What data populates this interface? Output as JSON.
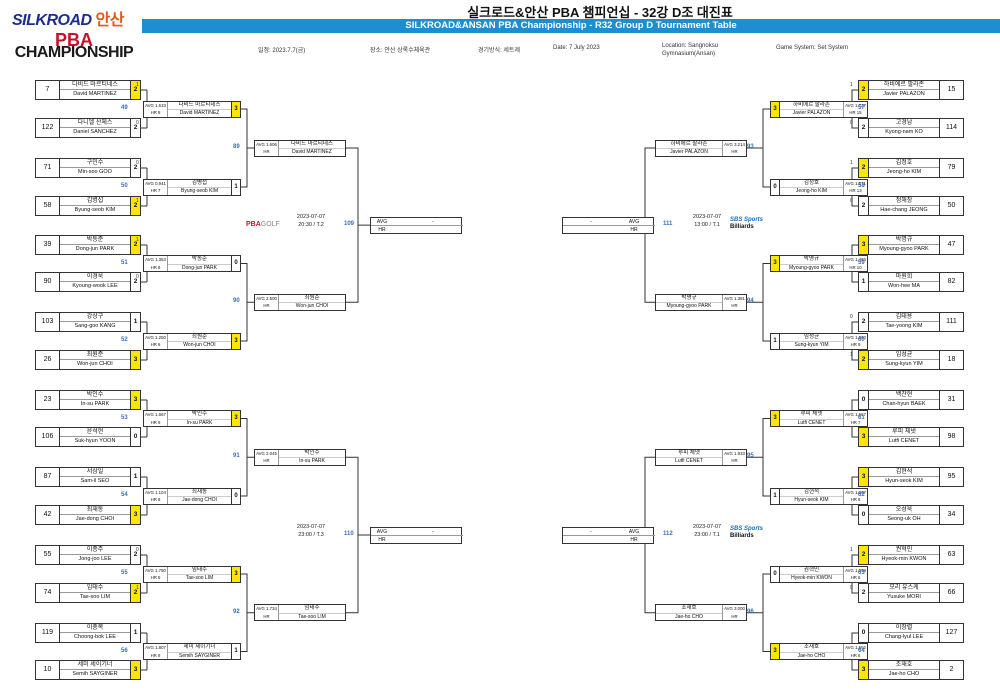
{
  "header": {
    "logo_silkroad": "SILKROAD",
    "logo_ansan": "안산",
    "logo_pba": "PBA",
    "logo_championship": "CHAMPIONSHIP",
    "title": "실크로드&안산 PBA 챔피언십 - 32강 D조 대진표",
    "subtitle": "SILKROAD&ANSAN PBA Championship - R32 Group D Tournament Table",
    "date_kr": "일정: 2023.7.7(금)",
    "venue_kr": "장소: 안산 상록수체육관",
    "system_kr": "경기방식: 세트제",
    "date_en": "Date: 7 July 2023",
    "location_en_1": "Location: Sangnoksu",
    "location_en_2": "Gymnasium(Ansan)",
    "system_en": "Game System: Set System"
  },
  "logos": {
    "pba_text": "PBA",
    "pba_sub": "GOLF",
    "sbs_top": "SBS Sports",
    "sbs_bottom": "Billiards"
  },
  "labels": {
    "avg": "AVG",
    "hr": "HR",
    "dash": "-"
  },
  "r64_left": [
    {
      "seed": "7",
      "kr": "다비드 마르티네스",
      "en": "David MARTINEZ",
      "score": "2",
      "win": true,
      "side": "1"
    },
    {
      "seed": "122",
      "kr": "다니엘 산체스",
      "en": "Daniel SANCHEZ",
      "score": "2",
      "win": false,
      "side": "0"
    },
    {
      "seed": "71",
      "kr": "구민수",
      "en": "Min-soo GOO",
      "score": "2",
      "win": false,
      "side": "0"
    },
    {
      "seed": "58",
      "kr": "김병섭",
      "en": "Byung-seob KIM",
      "score": "2",
      "win": true,
      "side": "1"
    },
    {
      "seed": "39",
      "kr": "박동준",
      "en": "Dong-jun PARK",
      "score": "2",
      "win": true,
      "side": "1"
    },
    {
      "seed": "90",
      "kr": "이경욱",
      "en": "Kyoung-wook LEE",
      "score": "2",
      "win": false,
      "side": "0"
    },
    {
      "seed": "103",
      "kr": "강상구",
      "en": "Sang-goo KANG",
      "score": "1",
      "win": false,
      "side": ""
    },
    {
      "seed": "26",
      "kr": "최원준",
      "en": "Won-jun CHOI",
      "score": "3",
      "win": true,
      "side": ""
    },
    {
      "seed": "23",
      "kr": "박인수",
      "en": "In-su PARK",
      "score": "3",
      "win": true,
      "side": ""
    },
    {
      "seed": "106",
      "kr": "윤석현",
      "en": "Suk-hyun YOON",
      "score": "0",
      "win": false,
      "side": ""
    },
    {
      "seed": "87",
      "kr": "서삼일",
      "en": "Sam-il SEO",
      "score": "1",
      "win": false,
      "side": ""
    },
    {
      "seed": "42",
      "kr": "최재동",
      "en": "Jae-dong CHOI",
      "score": "3",
      "win": true,
      "side": ""
    },
    {
      "seed": "55",
      "kr": "이종주",
      "en": "Jong-joo LEE",
      "score": "2",
      "win": false,
      "side": "0"
    },
    {
      "seed": "74",
      "kr": "임태수",
      "en": "Tae-soo LIM",
      "score": "2",
      "win": true,
      "side": "1"
    },
    {
      "seed": "119",
      "kr": "이충복",
      "en": "Choong-bok LEE",
      "score": "1",
      "win": false,
      "side": ""
    },
    {
      "seed": "10",
      "kr": "세미 세이기너",
      "en": "Semih SAYGINER",
      "score": "3",
      "win": true,
      "side": ""
    }
  ],
  "r64_right": [
    {
      "seed": "15",
      "kr": "하비에르 팔라존",
      "en": "Javier PALAZON",
      "score": "2",
      "win": true,
      "side": "1"
    },
    {
      "seed": "114",
      "kr": "고경남",
      "en": "Kyong-nam KO",
      "score": "2",
      "win": false,
      "side": "0"
    },
    {
      "seed": "79",
      "kr": "김정호",
      "en": "Jeong-ho KIM",
      "score": "2",
      "win": true,
      "side": "1"
    },
    {
      "seed": "50",
      "kr": "정해창",
      "en": "Hae-chang JEONG",
      "score": "2",
      "win": false,
      "side": "0"
    },
    {
      "seed": "47",
      "kr": "박명규",
      "en": "Myoung-gyoo PARK",
      "score": "3",
      "win": true,
      "side": ""
    },
    {
      "seed": "82",
      "kr": "마원희",
      "en": "Won-hee MA",
      "score": "1",
      "win": false,
      "side": ""
    },
    {
      "seed": "111",
      "kr": "김태용",
      "en": "Tae-yoong KIM",
      "score": "2",
      "win": false,
      "side": "0"
    },
    {
      "seed": "18",
      "kr": "임성균",
      "en": "Sung-kyun YIM",
      "score": "2",
      "win": true,
      "side": "1"
    },
    {
      "seed": "31",
      "kr": "백찬현",
      "en": "Chan-hyun BAEK",
      "score": "0",
      "win": false,
      "side": ""
    },
    {
      "seed": "98",
      "kr": "루피 체넷",
      "en": "Lutfi CENET",
      "score": "3",
      "win": true,
      "side": ""
    },
    {
      "seed": "95",
      "kr": "김현석",
      "en": "Hyun-seok KIM",
      "score": "3",
      "win": true,
      "side": ""
    },
    {
      "seed": "34",
      "kr": "오성욱",
      "en": "Seong-uk OH",
      "score": "0",
      "win": false,
      "side": ""
    },
    {
      "seed": "63",
      "kr": "권혁민",
      "en": "Hyeok-min KWON",
      "score": "2",
      "win": true,
      "side": "1"
    },
    {
      "seed": "66",
      "kr": "모리 유스케",
      "en": "Yusuke MORI",
      "score": "2",
      "win": false,
      "side": "0"
    },
    {
      "seed": "127",
      "kr": "이창렬",
      "en": "Chang-lyul LEE",
      "score": "0",
      "win": false,
      "side": ""
    },
    {
      "seed": "2",
      "kr": "조재호",
      "en": "Jae-ho CHO",
      "score": "3",
      "win": true,
      "side": ""
    }
  ],
  "r32_left": [
    {
      "num": "49",
      "kr": "다비드 마르티네스",
      "en": "David MARTINEZ",
      "avg": "AVG 1.533",
      "hr": "HR 8",
      "score": "3",
      "win": true
    },
    {
      "num": "50",
      "kr": "김병섭",
      "en": "Byung-seob KIM",
      "avg": "AVG 0.941",
      "hr": "HR 7",
      "score": "1",
      "win": false
    },
    {
      "num": "51",
      "kr": "박동준",
      "en": "Dong-jun PARK",
      "avg": "AVG 1.353",
      "hr": "HR 8",
      "score": "0",
      "win": false
    },
    {
      "num": "52",
      "kr": "최원준",
      "en": "Won-jun CHOI",
      "avg": "AVG 1.250",
      "hr": "HR 6",
      "score": "3",
      "win": true
    },
    {
      "num": "53",
      "kr": "박인수",
      "en": "In-su PARK",
      "avg": "AVG 1.667",
      "hr": "HR 9",
      "score": "3",
      "win": true
    },
    {
      "num": "54",
      "kr": "최재동",
      "en": "Jae-dong CHOI",
      "avg": "AVG 1.104",
      "hr": "HR 8",
      "score": "0",
      "win": false
    },
    {
      "num": "55",
      "kr": "임태수",
      "en": "Tae-soo LIM",
      "avg": "AVG 1.750",
      "hr": "HR 5",
      "score": "3",
      "win": true
    },
    {
      "num": "56",
      "kr": "세미 세이기너",
      "en": "Semih SAYGINER",
      "avg": "AVG 1.807",
      "hr": "HR 8",
      "score": "1",
      "win": false
    }
  ],
  "r32_right": [
    {
      "num": "57",
      "kr": "하비에르 팔라존",
      "en": "Javier PALAZON",
      "avg": "AVG 1.727",
      "hr": "HR 15",
      "score": "3",
      "win": true
    },
    {
      "num": "58",
      "kr": "김정호",
      "en": "Jeong-ho KIM",
      "avg": "AVG 1.571",
      "hr": "HR 13",
      "score": "0",
      "win": false
    },
    {
      "num": "59",
      "kr": "박명규",
      "en": "Myoung-gyoo PARK",
      "avg": "AVG 1.486",
      "hr": "HR 10",
      "score": "3",
      "win": true
    },
    {
      "num": "60",
      "kr": "임성균",
      "en": "Sung-kyun YIM",
      "avg": "AVG 1.860",
      "hr": "HR 9",
      "score": "1",
      "win": false
    },
    {
      "num": "61",
      "kr": "루피 체넷",
      "en": "Lutfi CENET",
      "avg": "AVG 1.667",
      "hr": "HR 7",
      "score": "3",
      "win": true
    },
    {
      "num": "62",
      "kr": "김현석",
      "en": "Hyun-seok KIM",
      "avg": "AVG 1.667",
      "hr": "HR 6",
      "score": "1",
      "win": false
    },
    {
      "num": "63",
      "kr": "권혁민",
      "en": "Hyeok-min KWON",
      "avg": "AVG 1.059",
      "hr": "HR 6",
      "score": "0",
      "win": false
    },
    {
      "num": "64",
      "kr": "조재호",
      "en": "Jae-ho CHO",
      "avg": "AVG 1.552",
      "hr": "HR 6",
      "score": "3",
      "win": true
    }
  ],
  "r16_left": [
    {
      "num": "89",
      "kr": "다비드 마르티네스",
      "en": "David MARTINEZ",
      "avg": "AVG 1.606",
      "hr": "HR"
    },
    {
      "num": "90",
      "kr": "최원준",
      "en": "Won-jun CHOI",
      "avg": "AVG 2.500",
      "hr": "HR"
    },
    {
      "num": "91",
      "kr": "박인수",
      "en": "In-su PARK",
      "avg": "AVG 2.045",
      "hr": "HR"
    },
    {
      "num": "92",
      "kr": "임태수",
      "en": "Tae-soo LIM",
      "avg": "AVG 1.734",
      "hr": "HR"
    }
  ],
  "r16_right": [
    {
      "num": "93",
      "kr": "하비에르 팔라존",
      "en": "Javier PALAZON",
      "avg": "AVG 3.214",
      "hr": "HR"
    },
    {
      "num": "94",
      "kr": "박명규",
      "en": "Myoung-gyoo PARK",
      "avg": "AVG 1.381",
      "hr": "HR"
    },
    {
      "num": "95",
      "kr": "루피 체넷",
      "en": "Lutfi CENET",
      "avg": "AVG 1.933",
      "hr": "HR"
    },
    {
      "num": "96",
      "kr": "조재호",
      "en": "Jae-ho CHO",
      "avg": "AVG 3.000",
      "hr": "HR"
    }
  ],
  "r8": [
    {
      "num": "109",
      "date": "2023-07-07",
      "time": "20:30 / T.2"
    },
    {
      "num": "110",
      "date": "2023-07-07",
      "time": "23:00 / T.3"
    },
    {
      "num": "111",
      "date": "2023-07-07",
      "time": "13:00 / T.1"
    },
    {
      "num": "112",
      "date": "2023-07-07",
      "time": "23:00 / T.1"
    }
  ]
}
